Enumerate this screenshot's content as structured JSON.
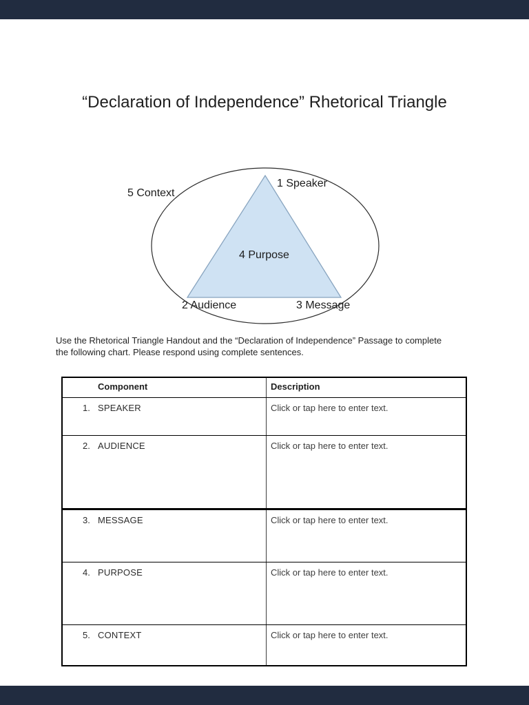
{
  "colors": {
    "viewer_background": "#212c40",
    "page_background": "#ffffff",
    "triangle_fill": "#cfe2f3",
    "triangle_stroke": "#88a4bf",
    "ellipse_stroke": "#2b2b2b",
    "table_border": "#000000",
    "divider": "#3c3c3c",
    "text_primary": "#1f1f1f",
    "placeholder_text": "#3d3d3d"
  },
  "title": "“Declaration of Independence” Rhetorical Triangle",
  "diagram": {
    "labels": {
      "speaker": "1 Speaker",
      "audience": "2 Audience",
      "message": "3 Message",
      "purpose": "4 Purpose",
      "context": "5 Context"
    }
  },
  "instructions": {
    "line1": "Use the Rhetorical Triangle Handout and the “Declaration of Independence” Passage to complete",
    "line2": "the following chart. Please respond using complete sentences."
  },
  "table": {
    "headers": [
      "Component",
      "Description"
    ],
    "rows": [
      {
        "num": "1.",
        "label": "SPEAKER",
        "description": "Click or tap here to enter text."
      },
      {
        "num": "2.",
        "label": "AUDIENCE",
        "description": "Click or tap here to enter text."
      },
      {
        "num": "3.",
        "label": "MESSAGE",
        "description": "Click or tap here to enter text."
      },
      {
        "num": "4.",
        "label": "PURPOSE",
        "description": "Click or tap here to enter text."
      },
      {
        "num": "5.",
        "label": "CONTEXT",
        "description": "Click or tap here to enter text."
      }
    ]
  }
}
